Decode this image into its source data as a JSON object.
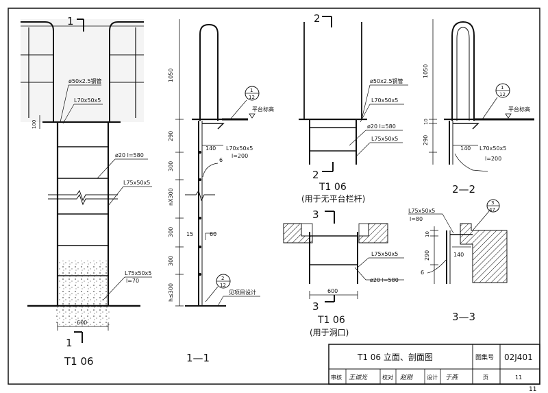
{
  "drawing": {
    "elevation": {
      "dim_pipe": "ø50x2.5钢管",
      "dim_angle_top": "L70x50x5",
      "dim_100": "100",
      "dim_rung": "ø20  l=580",
      "dim_side": "L75x50x5",
      "dim_foot_angle": "L75x50x5",
      "dim_foot_l": "l=70",
      "dim_width": "600",
      "cut_top": "1",
      "cut_bottom": "1",
      "label": "T1  06"
    },
    "section_1": {
      "dim_1050": "1050",
      "dim_290": "290",
      "dim_140": "140",
      "dim_angle": "L70x50x5",
      "dim_angle_l": "l=200",
      "platform": "平台标高",
      "dim_300a": "300",
      "dim_nx300": "nX300",
      "dim_300b": "300",
      "dim_300c": "300",
      "dim_h300": "h≤300",
      "dim_6": "6",
      "dim_15": "15",
      "dim_60": "60",
      "detail_top": "1",
      "detail_bot": "12",
      "detail2_top": "2",
      "detail2_bot": "12",
      "see_project": "见项目设计",
      "label": "1—1"
    },
    "elevation_no_rail": {
      "cut_top": "2",
      "cut_bottom": "2",
      "dim_pipe": "ø50x2.5钢管",
      "dim_angle": "L70x50x5",
      "dim_rung": "ø20  l=580",
      "dim_side": "L75x50x5",
      "label": "T1  06",
      "sublabel": "(用于无平台栏杆)"
    },
    "section_2": {
      "dim_1050": "1050",
      "dim_10": "10",
      "dim_290": "290",
      "dim_140": "140",
      "dim_angle": "L70x50x5",
      "dim_angle_l": "l=200",
      "platform": "平台标高",
      "detail_top": "1",
      "detail_bot": "12",
      "label": "2—2"
    },
    "elevation_opening": {
      "cut_top": "3",
      "cut_bottom": "3",
      "dim_side": "L75x50x5",
      "dim_rung": "ø20  l=580",
      "dim_width": "600",
      "label": "T1  06",
      "sublabel": "(用于洞口)"
    },
    "section_3": {
      "dim_angle": "L75x50x5",
      "dim_angle_l": "l=80",
      "dim_10": "10",
      "dim_290": "290",
      "dim_140": "140",
      "dim_6": "6",
      "detail_top": "3",
      "detail_bot": "47",
      "label": "3—3"
    }
  },
  "title_block": {
    "title": "T1 06  立面、剖面图",
    "atlas_label": "图集号",
    "atlas_value": "02J401",
    "review_label": "审核",
    "review_sig": "王诚光",
    "check_label": "校对",
    "check_sig": "赵刚",
    "design_label": "设计",
    "design_sig": "于燕",
    "page_label": "页",
    "page_value": "11"
  },
  "page_number": "11"
}
